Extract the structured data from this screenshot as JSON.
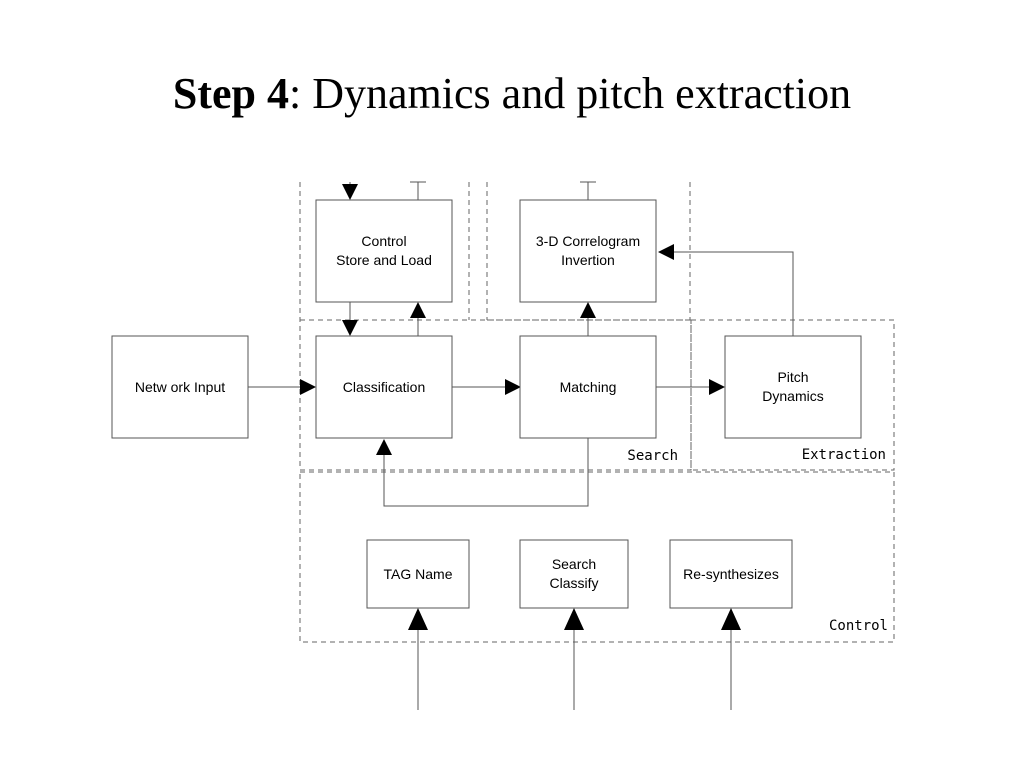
{
  "title": {
    "bold": "Step 4",
    "rest": ": Dynamics and pitch extraction"
  },
  "boxes": {
    "network_input": [
      "Netw ork Input"
    ],
    "control_store": [
      "Control",
      "Store and Load"
    ],
    "correlogram": [
      "3-D Correlogram",
      "Invertion"
    ],
    "classification": [
      "Classification"
    ],
    "matching": [
      "Matching"
    ],
    "pitch": [
      "Pitch",
      "Dynamics"
    ],
    "tag_name": [
      "TAG Name"
    ],
    "search_classify": [
      "Search",
      "Classify"
    ],
    "resynth": [
      "Re-synthesizes"
    ]
  },
  "regions": {
    "search": "Search",
    "extraction": "Extraction",
    "control": "Control"
  }
}
